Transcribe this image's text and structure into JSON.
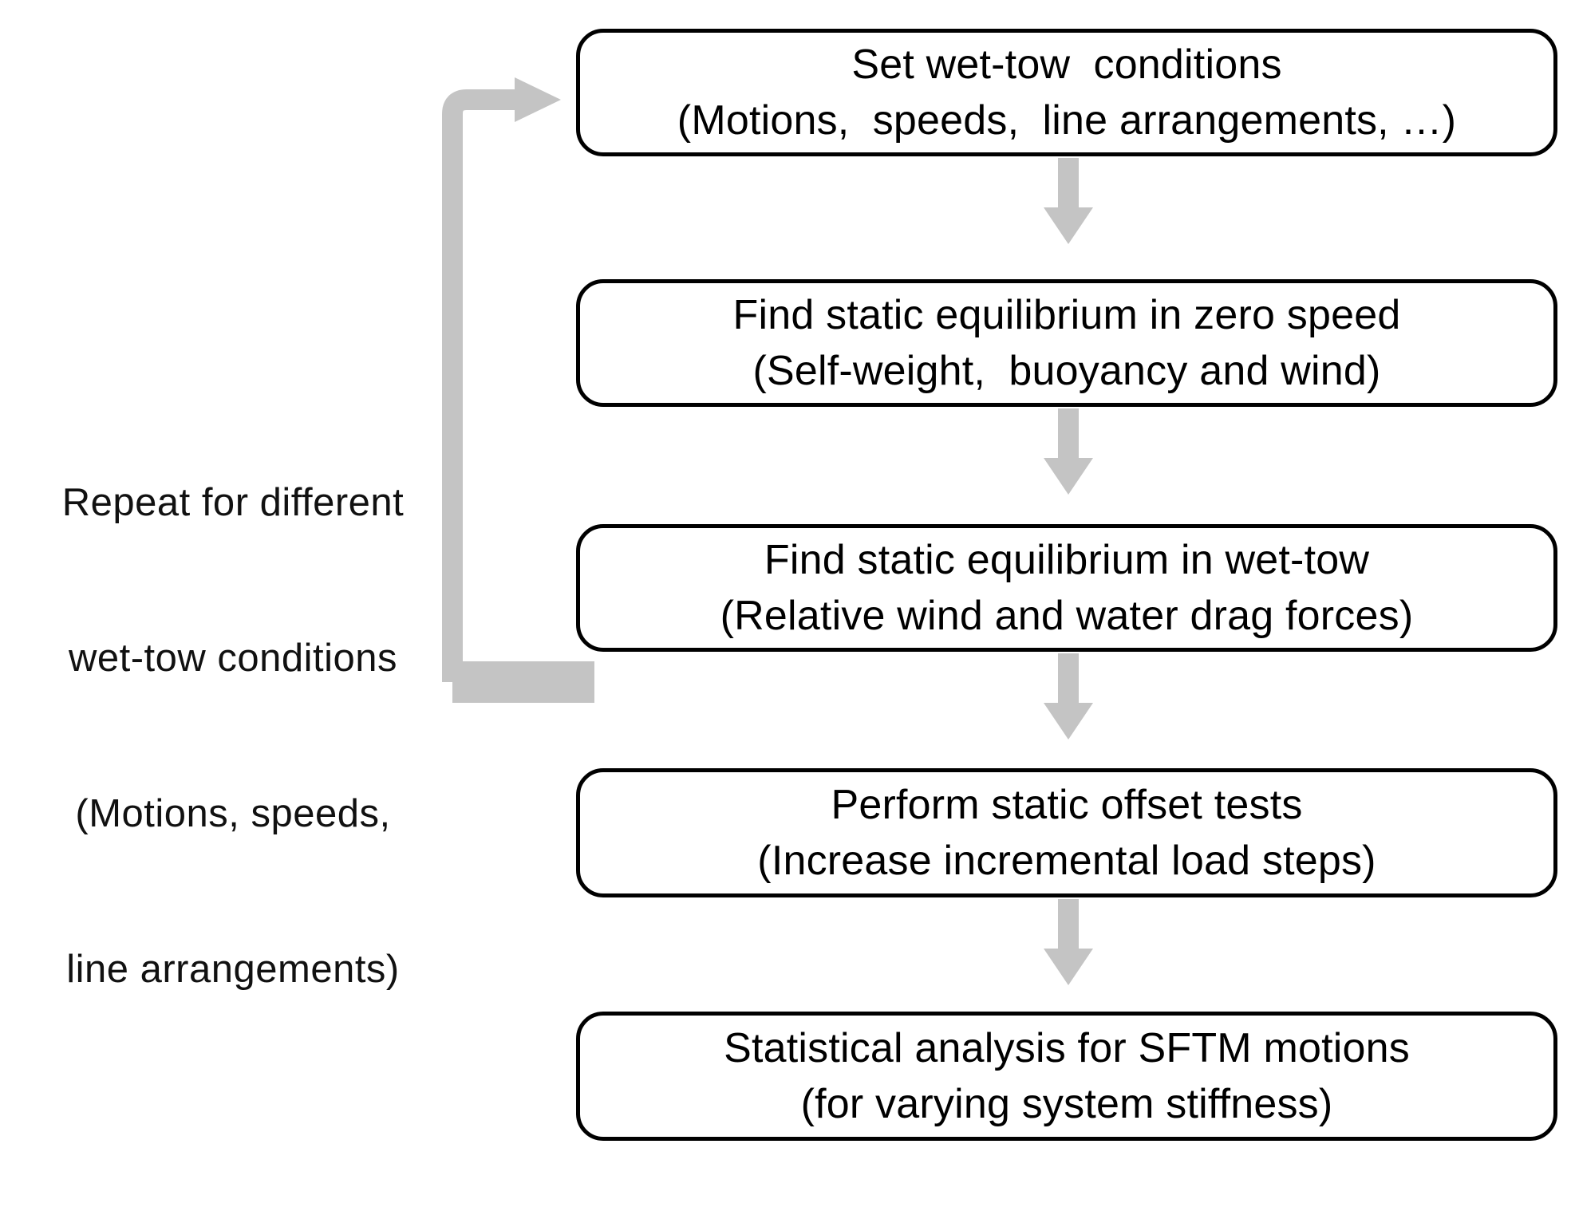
{
  "figure": {
    "type": "flowchart",
    "orientation": "vertical",
    "colors": {
      "box_border": "#000000",
      "box_fill": "#ffffff",
      "text": "#000000",
      "arrow_gray": "#c4c4c4",
      "background": "#ffffff"
    }
  },
  "loop_caption": {
    "lines": [
      "Repeat for different",
      "wet-tow conditions",
      "(Motions, speeds,",
      "line arrangements)"
    ]
  },
  "loop_arrow": {
    "label": "loop-back-arrow",
    "from_step": 4,
    "to_step": 1,
    "color": "#c4c4c4"
  },
  "steps": [
    {
      "id": "set-wet-tow-conditions",
      "lines": [
        "Set wet-tow  conditions",
        "(Motions,  speeds,  line arrangements, …)"
      ]
    },
    {
      "id": "find-static-equilibrium-zero-speed",
      "lines": [
        "Find static equilibrium in zero speed",
        "(Self-weight,  buoyancy and wind)"
      ]
    },
    {
      "id": "find-static-equilibrium-wet-tow",
      "lines": [
        "Find static equilibrium in wet-tow",
        "(Relative wind and water drag forces)"
      ]
    },
    {
      "id": "perform-static-offset-tests",
      "lines": [
        "Perform static offset tests",
        "(Increase incremental load steps)"
      ]
    },
    {
      "id": "statistical-analysis-sftm-motions",
      "lines": [
        "Statistical analysis for SFTM motions",
        "(for varying system stiffness)"
      ]
    }
  ],
  "connectors": [
    {
      "id": "arrow-1-to-2",
      "direction": "down"
    },
    {
      "id": "arrow-2-to-3",
      "direction": "down"
    },
    {
      "id": "arrow-3-to-4",
      "direction": "down"
    },
    {
      "id": "arrow-4-to-5",
      "direction": "down"
    }
  ]
}
